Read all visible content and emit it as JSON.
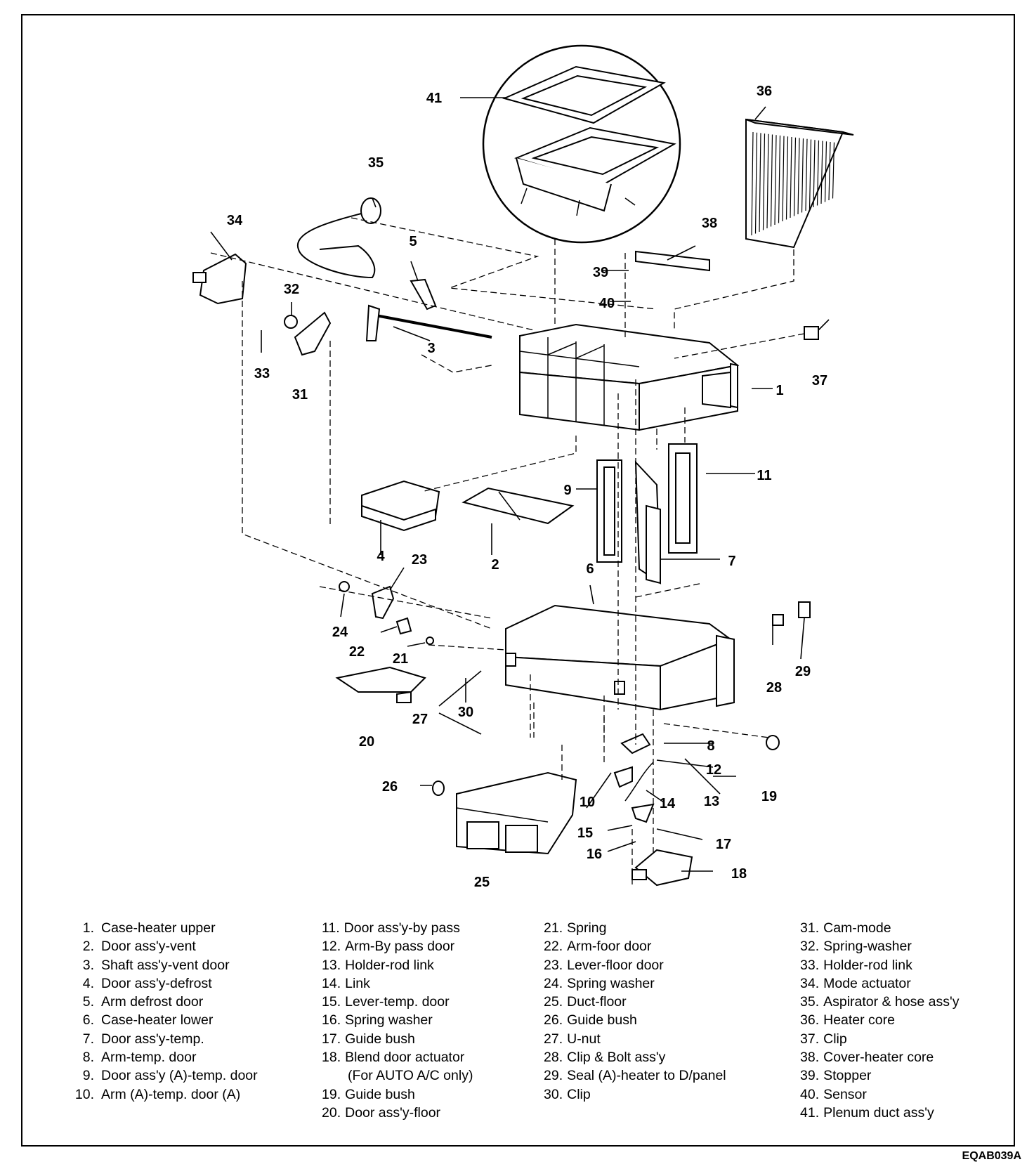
{
  "callouts": [
    {
      "id": "c41",
      "text": "41"
    },
    {
      "id": "c36",
      "text": "36"
    },
    {
      "id": "c35",
      "text": "35"
    },
    {
      "id": "c34",
      "text": "34"
    },
    {
      "id": "c5",
      "text": "5"
    },
    {
      "id": "c38",
      "text": "38"
    },
    {
      "id": "c39",
      "text": "39"
    },
    {
      "id": "c40",
      "text": "40"
    },
    {
      "id": "c32",
      "text": "32"
    },
    {
      "id": "c3",
      "text": "3"
    },
    {
      "id": "c33",
      "text": "33"
    },
    {
      "id": "c31",
      "text": "31"
    },
    {
      "id": "c37",
      "text": "37"
    },
    {
      "id": "c1",
      "text": "1"
    },
    {
      "id": "c11",
      "text": "11"
    },
    {
      "id": "c9",
      "text": "9"
    },
    {
      "id": "c4",
      "text": "4"
    },
    {
      "id": "c23",
      "text": "23"
    },
    {
      "id": "c2",
      "text": "2"
    },
    {
      "id": "c6",
      "text": "6"
    },
    {
      "id": "c7",
      "text": "7"
    },
    {
      "id": "c24",
      "text": "24"
    },
    {
      "id": "c22",
      "text": "22"
    },
    {
      "id": "c21",
      "text": "21"
    },
    {
      "id": "c29",
      "text": "29"
    },
    {
      "id": "c28",
      "text": "28"
    },
    {
      "id": "c27",
      "text": "27"
    },
    {
      "id": "c30",
      "text": "30"
    },
    {
      "id": "c20",
      "text": "20"
    },
    {
      "id": "c8",
      "text": "8"
    },
    {
      "id": "c12",
      "text": "12"
    },
    {
      "id": "c26",
      "text": "26"
    },
    {
      "id": "c10",
      "text": "10"
    },
    {
      "id": "c14",
      "text": "14"
    },
    {
      "id": "c13",
      "text": "13"
    },
    {
      "id": "c19",
      "text": "19"
    },
    {
      "id": "c15",
      "text": "15"
    },
    {
      "id": "c17",
      "text": "17"
    },
    {
      "id": "c16",
      "text": "16"
    },
    {
      "id": "c25",
      "text": "25"
    },
    {
      "id": "c18",
      "text": "18"
    }
  ],
  "legend": [
    [
      {
        "num": "1.",
        "text": "Case-heater upper"
      },
      {
        "num": "2.",
        "text": "Door ass'y-vent"
      },
      {
        "num": "3.",
        "text": "Shaft ass'y-vent door"
      },
      {
        "num": "4.",
        "text": "Door ass'y-defrost"
      },
      {
        "num": "5.",
        "text": "Arm defrost door"
      },
      {
        "num": "6.",
        "text": "Case-heater lower"
      },
      {
        "num": "7.",
        "text": "Door ass'y-temp."
      },
      {
        "num": "8.",
        "text": "Arm-temp. door"
      },
      {
        "num": "9.",
        "text": "Door ass'y (A)-temp. door"
      },
      {
        "num": "10.",
        "text": "Arm (A)-temp. door (A)"
      }
    ],
    [
      {
        "num": "11.",
        "text": "Door ass'y-by pass"
      },
      {
        "num": "12.",
        "text": "Arm-By pass door"
      },
      {
        "num": "13.",
        "text": "Holder-rod link"
      },
      {
        "num": "14.",
        "text": "Link"
      },
      {
        "num": "15.",
        "text": "Lever-temp. door"
      },
      {
        "num": "16.",
        "text": "Spring washer"
      },
      {
        "num": "17.",
        "text": "Guide bush"
      },
      {
        "num": "18.",
        "text": "Blend door actuator",
        "cont": "(For AUTO A/C only)"
      },
      {
        "num": "19.",
        "text": "Guide bush"
      },
      {
        "num": "20.",
        "text": "Door ass'y-floor"
      }
    ],
    [
      {
        "num": "21.",
        "text": "Spring"
      },
      {
        "num": "22.",
        "text": "Arm-foor door"
      },
      {
        "num": "23.",
        "text": "Lever-floor door"
      },
      {
        "num": "24.",
        "text": "Spring washer"
      },
      {
        "num": "25.",
        "text": "Duct-floor"
      },
      {
        "num": "26.",
        "text": "Guide bush"
      },
      {
        "num": "27.",
        "text": "U-nut"
      },
      {
        "num": "28.",
        "text": "Clip & Bolt ass'y"
      },
      {
        "num": "29.",
        "text": "Seal (A)-heater to D/panel"
      },
      {
        "num": "30.",
        "text": "Clip"
      }
    ],
    [
      {
        "num": "31.",
        "text": "Cam-mode"
      },
      {
        "num": "32.",
        "text": "Spring-washer"
      },
      {
        "num": "33.",
        "text": "Holder-rod link"
      },
      {
        "num": "34.",
        "text": "Mode actuator"
      },
      {
        "num": "35.",
        "text": "Aspirator & hose ass'y"
      },
      {
        "num": "36.",
        "text": "Heater core"
      },
      {
        "num": "37.",
        "text": "Clip"
      },
      {
        "num": "38.",
        "text": "Cover-heater core"
      },
      {
        "num": "39.",
        "text": "Stopper"
      },
      {
        "num": "40.",
        "text": "Sensor"
      },
      {
        "num": "41.",
        "text": "Plenum duct ass'y"
      }
    ]
  ],
  "figure_code": "EQAB039A"
}
